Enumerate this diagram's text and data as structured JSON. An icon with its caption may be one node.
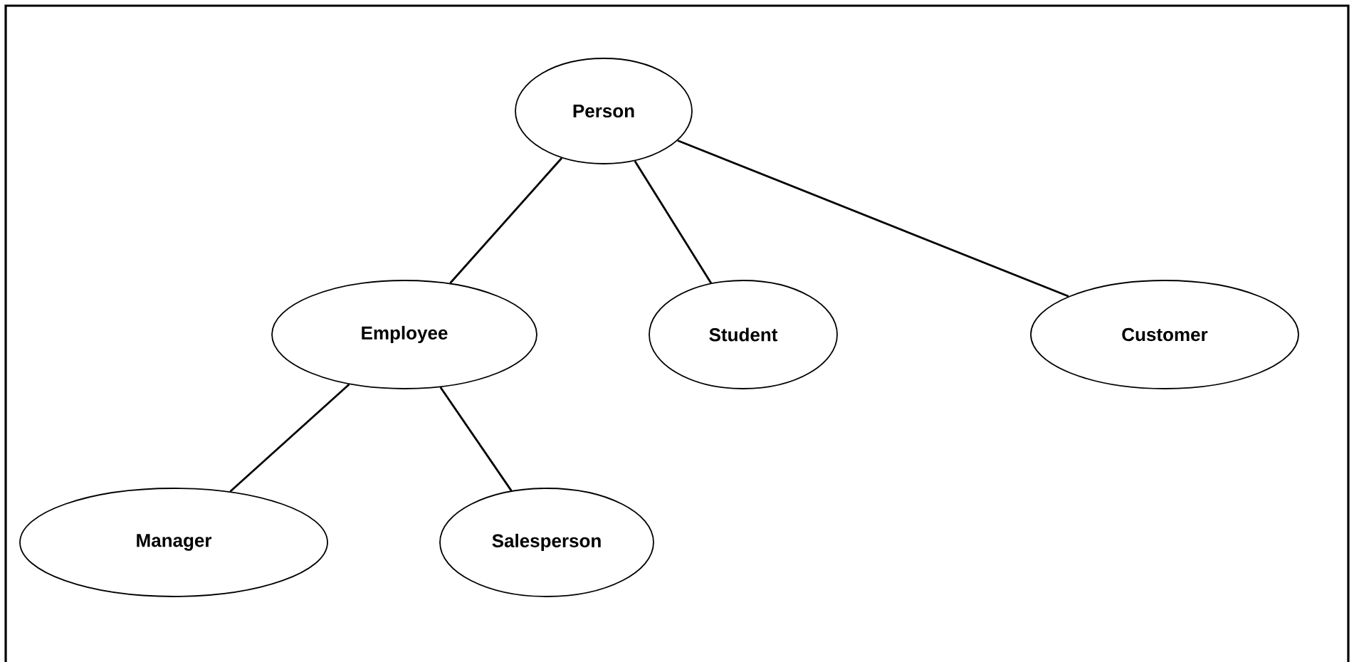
{
  "diagram": {
    "nodes": [
      {
        "text": [
          "Person"
        ]
      },
      {
        "text": [
          "Employee"
        ]
      },
      {
        "text": [
          "Student"
        ]
      },
      {
        "text": [
          "Customer"
        ]
      },
      {
        "text": [
          "Manager"
        ]
      },
      {
        "text": [
          "Salesperson"
        ]
      }
    ],
    "edges": [
      {
        "from": 0,
        "to": 1,
        "arrow": "none"
      },
      {
        "from": 0,
        "to": 2,
        "arrow": "none"
      },
      {
        "from": 0,
        "to": 3,
        "arrow": "none"
      },
      {
        "from": 1,
        "to": 4,
        "arrow": "none"
      },
      {
        "from": 1,
        "to": 5,
        "arrow": "none"
      }
    ]
  }
}
